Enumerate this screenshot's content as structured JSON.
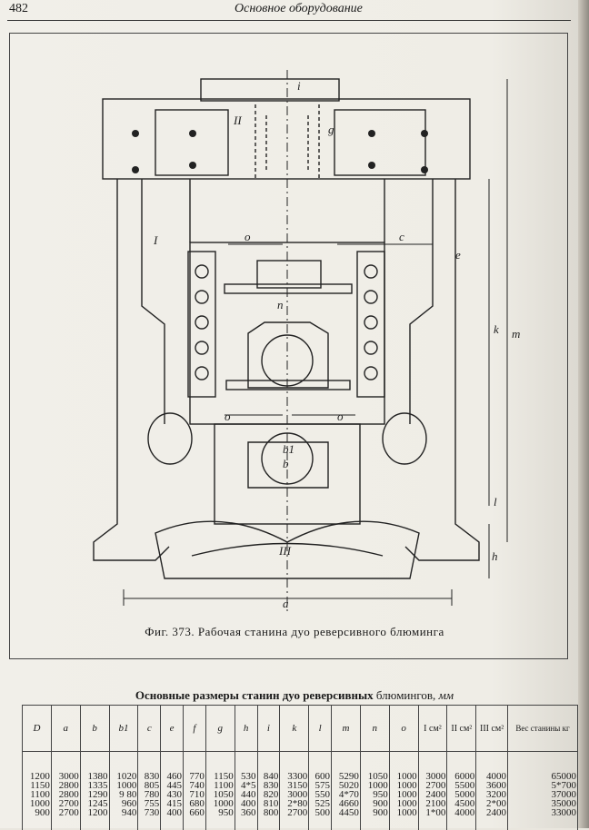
{
  "header": {
    "page_number": "482",
    "running_title": "Основное оборудование"
  },
  "figure": {
    "labels": {
      "I": "I",
      "II": "II",
      "III": "III",
      "a": "a",
      "b": "b",
      "b1": "b1",
      "c": "c",
      "e": "e",
      "g": "g",
      "h": "h",
      "i": "i",
      "k": "k",
      "l": "l",
      "m": "m",
      "n": "n",
      "o_top": "o",
      "o_bottom_left": "o",
      "o_bottom_right": "o"
    },
    "caption": "Фиг. 373. Рабочая станина дуо реверсивного блюминга"
  },
  "table": {
    "title_bold": "Основные размеры станин дуо реверсивных",
    "title_rest": " блюмингов, ",
    "title_unit": "мм",
    "columns": [
      "D",
      "a",
      "b",
      "b1",
      "c",
      "e",
      "f",
      "g",
      "h",
      "i",
      "k",
      "l",
      "m",
      "n",
      "o",
      "I см²",
      "II см²",
      "III см²",
      "Вес станины кг"
    ],
    "rows": [
      [
        "1200",
        "3000",
        "1380",
        "1020",
        "830",
        "460",
        "770",
        "1150",
        "530",
        "840",
        "3300",
        "600",
        "5290",
        "1050",
        "1000",
        "3000",
        "6000",
        "4000",
        "65000"
      ],
      [
        "1150",
        "2800",
        "1335",
        "1000",
        "805",
        "445",
        "740",
        "1100",
        "4*5",
        "830",
        "3150",
        "575",
        "5020",
        "1000",
        "1000",
        "2700",
        "5500",
        "3600",
        "5*700"
      ],
      [
        "1100",
        "2800",
        "1290",
        "9 80",
        "780",
        "430",
        "710",
        "1050",
        "440",
        "820",
        "3000",
        "550",
        "4*70",
        "950",
        "1000",
        "2400",
        "5000",
        "3200",
        "37000"
      ],
      [
        "1000",
        "2700",
        "1245",
        "960",
        "755",
        "415",
        "680",
        "1000",
        "400",
        "810",
        "2*80",
        "525",
        "4660",
        "900",
        "1000",
        "2100",
        "4500",
        "2*00",
        "35000"
      ],
      [
        "900",
        "2700",
        "1200",
        "940",
        "730",
        "400",
        "660",
        "950",
        "360",
        "800",
        "2700",
        "500",
        "4450",
        "900",
        "1000",
        "1*00",
        "4000",
        "2400",
        "33000"
      ]
    ]
  }
}
